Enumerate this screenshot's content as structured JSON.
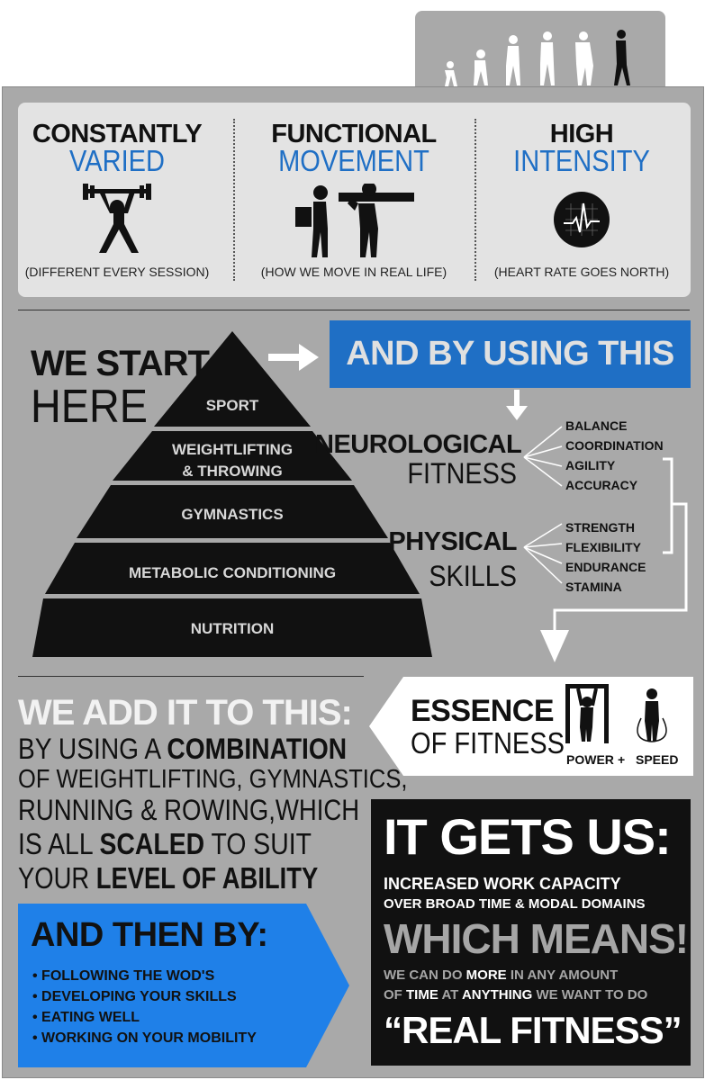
{
  "top": {
    "columns": [
      {
        "title": "CONSTANTLY",
        "subtitle": "VARIED",
        "note": "(DIFFERENT EVERY SESSION)",
        "icon": "weightlifter-icon"
      },
      {
        "title": "FUNCTIONAL",
        "subtitle": "MOVEMENT",
        "note": "(HOW WE MOVE IN REAL LIFE)",
        "icon": "lifting-figures-icon"
      },
      {
        "title": "HIGH",
        "subtitle": "INTENSITY",
        "note": "(HEART RATE GOES NORTH)",
        "icon": "heart-monitor-icon"
      }
    ]
  },
  "start": {
    "line1": "WE START",
    "line2": "HERE"
  },
  "pyramid": [
    "SPORT",
    "WEIGHTLIFTING",
    "& THROWING",
    "GYMNASTICS",
    "METABOLIC CONDITIONING",
    "NUTRITION"
  ],
  "using": {
    "banner": "AND BY USING THIS"
  },
  "neuro": {
    "title": "NEUROLOGICAL",
    "subtitle": "FITNESS",
    "items": [
      "BALANCE",
      "COORDINATION",
      "AGILITY",
      "ACCURACY"
    ]
  },
  "physical": {
    "title": "PHYSICAL",
    "subtitle": "SKILLS",
    "items": [
      "STRENGTH",
      "FLEXIBILITY",
      "ENDURANCE",
      "STAMINA"
    ]
  },
  "essence": {
    "line1": "ESSENCE",
    "line2": "OF FITNESS",
    "power": "POWER",
    "plus": "+",
    "speed": "SPEED"
  },
  "add": {
    "heading": "WE ADD IT TO THIS:",
    "l1a": "BY USING A ",
    "l1b": "COMBINATION",
    "l2": "OF WEIGHTLIFTING, GYMNASTICS,",
    "l3": "RUNNING & ROWING,WHICH",
    "l4a": "IS ALL ",
    "l4b": "SCALED",
    "l4c": " TO SUIT",
    "l5a": "YOUR ",
    "l5b": "LEVEL OF ABILITY"
  },
  "then": {
    "heading": "AND THEN BY:",
    "items": [
      "FOLLOWING THE WOD'S",
      "DEVELOPING YOUR SKILLS",
      "EATING WELL",
      "WORKING ON YOUR MOBILITY"
    ]
  },
  "gets": {
    "heading": "IT GETS US:",
    "l1": "INCREASED WORK CAPACITY",
    "l2": "OVER BROAD TIME & MODAL DOMAINS",
    "means": "WHICH MEANS!",
    "l3a": "WE CAN DO ",
    "l3b": "MORE",
    "l3c": " IN ANY AMOUNT",
    "l4a": "OF ",
    "l4b": "TIME",
    "l4c": " AT ",
    "l4d": "ANYTHING",
    "l4e": " WE WANT TO DO",
    "real": "“REAL FITNESS”"
  },
  "colors": {
    "blue": "#1f6fc5",
    "gray": "#a9a9a9",
    "black": "#111111"
  }
}
